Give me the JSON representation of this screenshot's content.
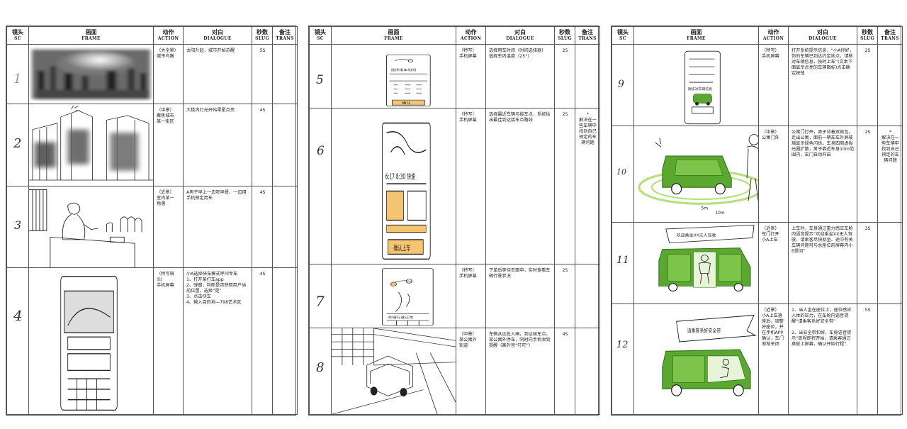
{
  "headers": {
    "sc_zh": "镜头",
    "sc_en": "SC",
    "frame_zh": "画面",
    "frame_en": "FRAME",
    "action_zh": "动作",
    "action_en": "ACTION",
    "dialogue_zh": "对白",
    "dialogue_en": "DIALOGUE",
    "slug_zh": "秒数",
    "slug_en": "SLUG",
    "trans_zh": "备注",
    "trans_en": "TRANS"
  },
  "sheets": [
    {
      "rows": [
        {
          "sc": "1",
          "action": "（大全景）\n城市鸟瞰",
          "dialogue": "太阳升起，城市开始苏醒",
          "slug": "5S",
          "trans": "",
          "frame_icon": "city-aerial-sketch"
        },
        {
          "sc": "2",
          "action": "（中景）\n聚焦城市\n某一街区",
          "dialogue": "大楼内灯光开始零星点亮",
          "slug": "4S",
          "trans": "",
          "frame_icon": "street-block-sketch"
        },
        {
          "sc": "3",
          "action": "（近景）\n室内某一\n角落",
          "dialogue": "A男子早上一边吃早餐，一边用手机预定用车",
          "slug": "4S",
          "trans": "",
          "frame_icon": "man-breakfast-sketch"
        },
        {
          "sc": "4",
          "action": "（特写镜头）\n手机屏幕",
          "dialogue": "小A选择快车模式呼叫专车\n1、打开某打车app\n2、弹窗，判断是否获取用户当前位置，选择“是”\n3、点击快车\n4、输入目的地—798艺术区",
          "slug": "4S",
          "trans": "",
          "frame_icon": "phone-app-sketch"
        }
      ]
    },
    {
      "rows": [
        {
          "sc": "5",
          "action": "（特写）\n手机屏幕",
          "dialogue": "选择用车时间（时间选择器）\n选择车内温度（25°）",
          "slug": "2S",
          "trans": "",
          "frame_icon": "phone-time-picker-sketch"
        },
        {
          "sc": "6",
          "action": "（特写）\n手机屏幕",
          "dialogue": "选择最近车辆与接车点，系统给出最佳到达接车点路线",
          "slug": "2S",
          "trans": "*\n解决在一些车辆中找到自己预定的车辆问题",
          "frame_icon": "phone-map-sketch"
        },
        {
          "sc": "7",
          "action": "（特写）\n手机屏幕",
          "dialogue": "下单后等待页面中，实时查看车辆行驶状况",
          "slug": "2S",
          "trans": "",
          "frame_icon": "phone-tracking-sketch"
        },
        {
          "sc": "8",
          "action": "（中景）\n某公寓外\n街道",
          "dialogue": "车辆从远处入画，到达候车点，某公寓外停车，同时向手机收到提醒（画外音“叮叮”）",
          "slug": "4S",
          "trans": "",
          "frame_icon": "vehicle-arrival-sketch"
        }
      ]
    },
    {
      "rows": [
        {
          "sc": "9",
          "action": "（特写）\n手机屏幕",
          "dialogue": "打开系统提示信息，“小A你好，你的车辆已到达约定地点，请核对车辆信息，按时上车”(文本下面显示点亮的车辆图标)点击确定按钮",
          "slug": "2S",
          "trans": "",
          "frame_icon": "phone-notice-sketch"
        },
        {
          "sc": "10",
          "action": "（中景）\n公寓门外",
          "dialogue": "公寓门打开，男子背着双肩包，走出公寓，面前一辆车车外屏玻璃显示绿色闪烁。车身四周虚拟光圈扩散，男子靠近车身10m范围内，车门自动开启",
          "slug": "2S",
          "trans": "*\n解决在一些车辆中找到自己预定的车辆问题",
          "frame_icon": "man-green-car-sketch"
        },
        {
          "sc": "11",
          "action": "（近景）\n车门打开\n小A上车",
          "dialogue": "上车时，车身通过重力感应车舱内语音提示“欢迎乘坐XX无人驾驶，请乘客尽快就坐。途中有关车辆问题可与总座位前屏幕内小E提问”",
          "slug": "3S",
          "trans": "",
          "frame_icon": "boarding-car-sketch"
        },
        {
          "sc": "12",
          "action": "（近景）\n小A上车落座后，调整好座位，并在手机APP确认，车门渐渐关闭",
          "dialogue": "1、当人坐在座位上，座位感应人体的压力，在车舱内语音提醒“请乘客系好安全带”\n\n2、当安全带扣好，车舱语音提示“旅程即将开始，请乘客通过桌板上屏幕，确认开始行程”",
          "slug": "5S",
          "trans": "",
          "frame_icon": "seated-car-sketch"
        }
      ]
    }
  ],
  "sketch_captions": {
    "phone5_title": "选择用车时间",
    "phone5_btn": "确认",
    "phone6_time": "6:17  8:30 快速",
    "phone6_btn": "确认上车",
    "phone7_text": "车辆行驶正常",
    "phone9_text": "请核对车辆信息",
    "bubble11": "欢迎乘坐XX无人驾驶",
    "banner12": "请乘客系好安全带",
    "dist10": "5m",
    "dist10b": "10m"
  },
  "colors": {
    "car_green": "#5aa830",
    "car_dark_green": "#2f6e1c",
    "glow_green": "#b6e07a",
    "line": "#555555"
  }
}
